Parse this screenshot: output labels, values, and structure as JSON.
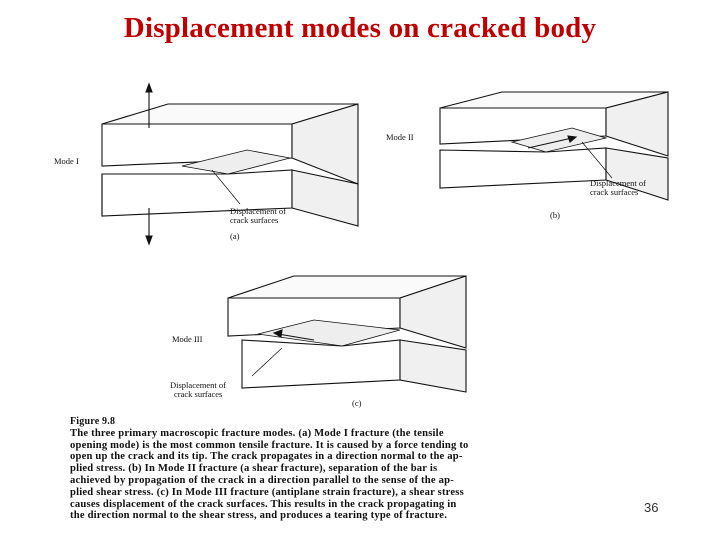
{
  "slide": {
    "title": "Displacement modes on cracked body",
    "page_number": "36"
  },
  "figure": {
    "panel_a": {
      "mode_label": "Mode I",
      "displacement_label_1": "Displacement of",
      "displacement_label_2": "crack surfaces",
      "panel_tag": "(a)"
    },
    "panel_b": {
      "mode_label": "Mode II",
      "displacement_label_1": "Displacement of",
      "displacement_label_2": "crack surfaces",
      "panel_tag": "(b)"
    },
    "panel_c": {
      "mode_label": "Mode III",
      "displacement_label_1": "Displacement of",
      "displacement_label_2": "crack surfaces",
      "panel_tag": "(c)"
    },
    "caption": {
      "figure_label": "Figure 9.8",
      "lines": [
        "The three primary macroscopic fracture modes. (a) Mode I fracture (the tensile",
        "opening mode) is the most common tensile fracture. It is caused by a force tending to",
        "open up the crack and its tip. The crack propagates in a direction normal to the ap-",
        "plied stress. (b) In Mode II fracture (a shear fracture), separation of the bar is",
        "achieved by propagation of the crack in a direction parallel to the sense of the ap-",
        "plied shear stress. (c) In Mode III fracture (antiplane strain fracture), a shear stress",
        "causes displacement of the crack surfaces. This results in the crack propagating in",
        "the direction normal to the shear stress, and produces a tearing type of fracture."
      ]
    }
  }
}
